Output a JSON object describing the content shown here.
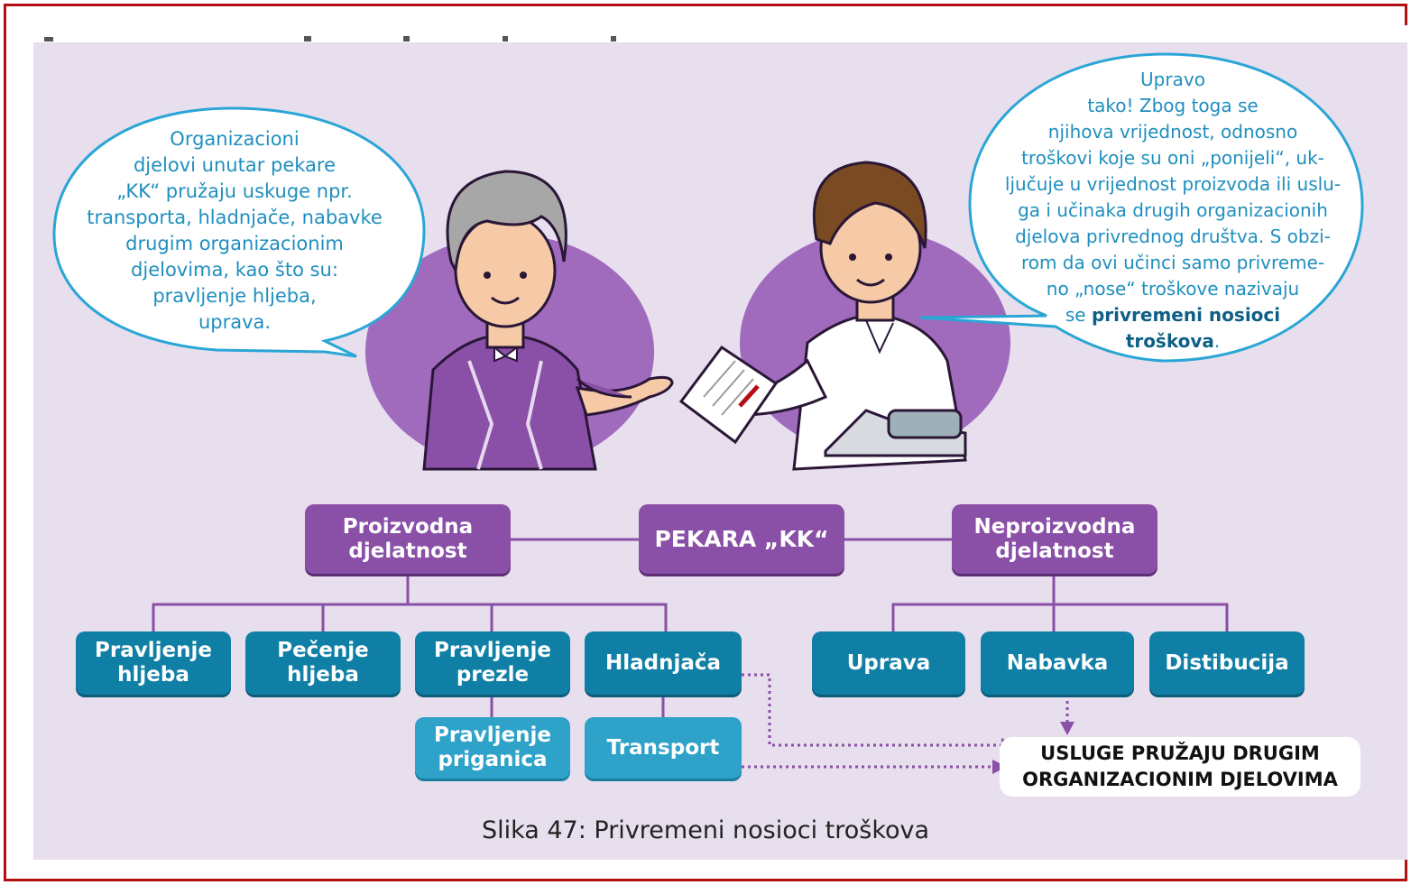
{
  "bubbles": {
    "left": {
      "lines": [
        "Organizacioni",
        "djelovi unutar pekare",
        "„KK“ pružaju uskuge npr.",
        "transporta, hladnjače, nabavke",
        "drugim organizacionim",
        "djelovima, kao što su:",
        "pravljenje hljeba,",
        "uprava."
      ]
    },
    "right": {
      "lines": [
        "Upravo",
        "tako! Zbog toga se",
        "njihova  vrijednost, odnosno",
        "troškovi koje su oni „ponijeli“, uk-",
        "ljučuje u vrijednost proizvoda ili uslu-",
        "ga i učinaka drugih organizacionih",
        "djelova privrednog društva. S obzi-",
        "rom da ovi učinci samo privreme-",
        "no „nose“ troškove nazivaju"
      ],
      "line_pre": "se ",
      "line_bold": "privremeni nosioci",
      "last_bold": "troškova",
      "last_rest": "."
    }
  },
  "diagram": {
    "root": "PEKARA „KK“",
    "proizvodna": [
      "Proizvodna",
      "djelatnost"
    ],
    "neproizvodna": [
      "Neproizvodna",
      "djelatnost"
    ],
    "p1": [
      "Pravljenje",
      "hljeba"
    ],
    "p2": [
      "Pečenje",
      "hljeba"
    ],
    "p3": [
      "Pravljenje",
      "prezle"
    ],
    "p4": "Hladnjača",
    "p5": [
      "Pravljenje",
      "priganica"
    ],
    "p6": "Transport",
    "n1": "Uprava",
    "n2": "Nabavka",
    "n3": "Distibucija",
    "services": [
      "USLUGE PRUŽAJU DRUGIM",
      "ORGANIZACIONIM DJELOVIMA"
    ]
  },
  "caption": "Slika 47: Privremeni nosioci troškova",
  "colors": {
    "purple": "#8a4fa6",
    "teal": "#0f7fa5",
    "teal_light": "#2ea2c8",
    "frame": "#b30f14",
    "panel": "#e7deee"
  }
}
